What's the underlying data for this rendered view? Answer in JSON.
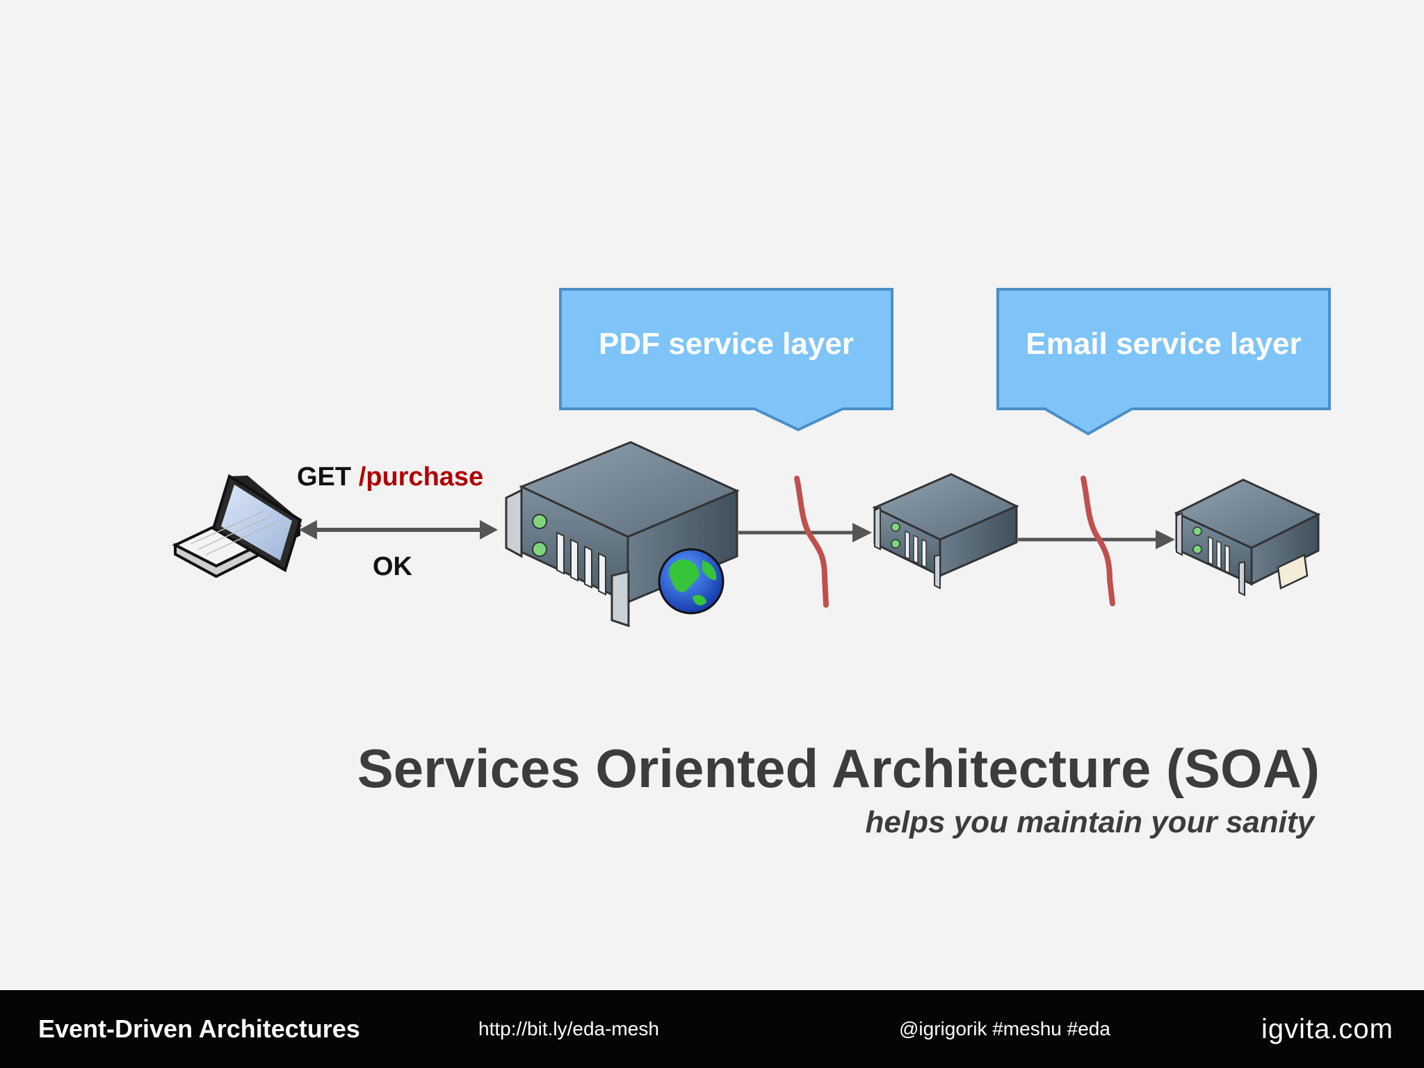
{
  "slide": {
    "callouts": [
      {
        "label": "PDF service layer"
      },
      {
        "label": "Email service layer"
      }
    ],
    "request": {
      "method": "GET",
      "path": "/purchase",
      "response": "OK"
    },
    "title": "Services Oriented Architecture (SOA)",
    "subtitle": "helps you maintain your sanity"
  },
  "footer": {
    "title": "Event-Driven Architectures",
    "url": "http://bit.ly/eda-mesh",
    "handle": "@igrigorik #meshu #eda",
    "brand": "igvita.com"
  },
  "icons": [
    "laptop-icon",
    "web-server-icon",
    "globe-icon",
    "pdf-server-icon",
    "email-server-icon",
    "envelope-icon",
    "network-break-icon"
  ],
  "colors": {
    "background": "#f3f3f3",
    "callout_fill": "#7ec4f8",
    "callout_stroke": "#4a8fc7",
    "path_red": "#b00000",
    "break_line": "#c0504d",
    "text_dark": "#3c3c3c",
    "footer_bg": "#050505"
  }
}
